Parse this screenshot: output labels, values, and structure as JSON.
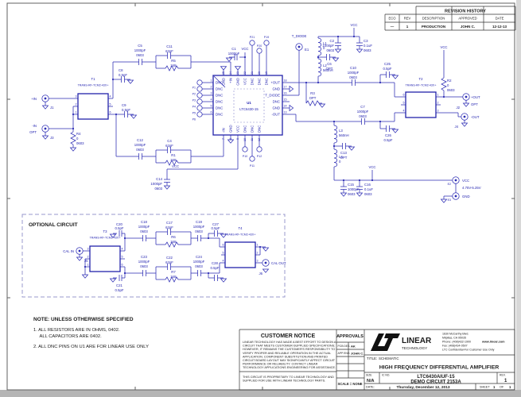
{
  "rev_table": {
    "title": "REVISION HISTORY",
    "headers": [
      "ECO",
      "REV",
      "DESCRIPTION",
      "APPROVED",
      "DATE"
    ],
    "row": [
      "—",
      "1",
      "PRODUCTION",
      "JOHN C.",
      "12-12-13"
    ]
  },
  "notes": {
    "title": "NOTE: UNLESS OTHERWISE SPECIFIED",
    "line1": "1.  ALL RESISTORS ARE IN OHMS, 0402.",
    "line2": "ALL CAPACITORS ARE 0402.",
    "line3": "2.  ALL DNC PINS ON U1 ARE FOR LINEAR USE ONLY"
  },
  "optional": {
    "title": "OPTIONAL CIRCUIT"
  },
  "sch": {
    "vcc": "VCC",
    "j1": [
      "+IN",
      "J1"
    ],
    "j3": [
      "-IN",
      "OPT",
      "J3"
    ],
    "j2": [
      "+OUT",
      "J2",
      "OPT"
    ],
    "j4": [
      "-OUT",
      "J4"
    ],
    "j5": [
      "CAL IN",
      "J5"
    ],
    "j6": [
      "CAL OUT",
      "J6"
    ],
    "e1": [
      "T_DIODE",
      "E1"
    ],
    "e2": [
      "VCC",
      "4.75V-5.25V",
      "E2"
    ],
    "e3": [
      "GND",
      "E3"
    ],
    "t1": [
      "T1",
      "TRANS-RF-TCM2-43X+"
    ],
    "t2": [
      "T2",
      "TRANS-RF-TCM2-43X+"
    ],
    "t3": [
      "T3",
      "TRANS-RF-TCM2-43X+"
    ],
    "t4": [
      "T4",
      "TRANS-RF-TCM2-43X+"
    ],
    "t_pins_l": [
      "3",
      "2",
      "1"
    ],
    "t_pins_r": [
      "4",
      "5",
      "6"
    ],
    "t2_pins_l": [
      "6",
      "5",
      "4"
    ],
    "t2_pins_r": [
      "1",
      "2",
      "3"
    ],
    "r1": [
      "R1",
      "348"
    ],
    "r2": [
      "R2",
      "0",
      "0603"
    ],
    "r3": [
      "R3",
      "OPT"
    ],
    "r4": [
      "R4",
      "0",
      "0603"
    ],
    "r5": [
      "R5",
      "348"
    ],
    "r6": [
      "R6",
      "348"
    ],
    "r7": [
      "R7",
      "348"
    ],
    "c1": [
      "C1",
      "1000pF"
    ],
    "c2": [
      "C2",
      "1000pF",
      "0603"
    ],
    "c3": [
      "C3",
      "0.1uF",
      "0603"
    ],
    "c4": [
      "C4",
      "62pF"
    ],
    "c5": [
      "C5",
      "1000pF",
      "0603"
    ],
    "c6": [
      "C6",
      "OPT"
    ],
    "c7": [
      "C7",
      "1000pF",
      "0603"
    ],
    "c8": [
      "C8",
      "0.5pF"
    ],
    "c9": [
      "C9",
      "0.5pF"
    ],
    "c10": [
      "C10",
      "1000pF",
      "0603"
    ],
    "c11": [
      "C11",
      "62pF"
    ],
    "c12": [
      "C12",
      "1000pF",
      "0603"
    ],
    "c13": [
      "C13",
      "OPT"
    ],
    "c14": [
      "C14",
      "1000pF",
      "0603"
    ],
    "c15": [
      "C15",
      "1000pF",
      "0603"
    ],
    "c16": [
      "C16",
      "0.1uF",
      "0603"
    ],
    "c17": [
      "C17",
      "62pF"
    ],
    "c18": [
      "C18",
      "1000pF",
      "0603"
    ],
    "c19": [
      "C19",
      "1000pF",
      "0603"
    ],
    "c20": [
      "C20",
      "0.5pF"
    ],
    "c21": [
      "C21",
      "0.5pF"
    ],
    "c22": [
      "C22",
      "62pF"
    ],
    "c23": [
      "C23",
      "1000pF",
      "0603"
    ],
    "c24": [
      "C24",
      "1000pF",
      "0603"
    ],
    "c25": [
      "C25",
      "0.5pF"
    ],
    "c26": [
      "C26",
      "0.5pF"
    ],
    "c27": [
      "C27",
      "0.5pF"
    ],
    "c28": [
      "C28",
      "0.5pF"
    ],
    "l1": [
      "L1",
      "0"
    ],
    "l2": [
      "L2",
      "560nH"
    ],
    "l3": [
      "L3",
      "560nH"
    ],
    "l4": [
      "L4",
      "0"
    ],
    "u1": {
      "ref": "U1",
      "part": "LTC6430-15",
      "left_pins": [
        "1",
        "2",
        "3",
        "4",
        "5",
        "6"
      ],
      "left_labels": [
        "DNC",
        "DNC",
        "DNC",
        "DNC",
        "DNC",
        "DNC"
      ],
      "top_pins": [
        "25",
        "24",
        "23",
        "22",
        "21",
        "20",
        "19"
      ],
      "top_labels": [
        "GND",
        "+IN",
        "GND",
        "VCC",
        "DNC",
        "DNC",
        "DNC"
      ],
      "right_pins": [
        "18",
        "17",
        "16",
        "15",
        "14",
        "13"
      ],
      "right_labels": [
        "+OUT",
        "GND",
        "T_DIODE",
        "DNC",
        "GND",
        "-OUT"
      ],
      "bottom_pins": [
        "7",
        "8",
        "9",
        "10",
        "11",
        "12"
      ],
      "bottom_labels": [
        "-IN",
        "GND",
        "VCC",
        "DNC",
        "DNC",
        "DNC"
      ]
    },
    "p_conn": [
      "P1",
      "P2",
      "P3",
      "P4",
      "P5",
      "P6"
    ],
    "p_top": [
      "P21",
      "P20",
      "P19"
    ],
    "p_bot": [
      "P10",
      "P11",
      "P12"
    ]
  },
  "tb": {
    "notice": {
      "title": "CUSTOMER NOTICE",
      "body": [
        "LINEAR TECHNOLOGY HAS MADE A BEST EFFORT TO DESIGN A",
        "CIRCUIT THAT MEETS CUSTOMER-SUPPLIED SPECIFICATIONS;",
        "HOWEVER, IT REMAINS THE CUSTOMER'S RESPONSIBILITY TO",
        "VERIFY PROPER AND RELIABLE OPERATION IN THE ACTUAL",
        "APPLICATION. COMPONENT SUBSTITUTION AND PRINTED",
        "CIRCUIT BOARD LAYOUT MAY SIGNIFICANTLY AFFECT CIRCUIT",
        "PERFORMANCE OR RELIABILITY.  CONTACT LINEAR",
        "TECHNOLOGY APPLICATIONS ENGINEERING FOR ASSISTANCE."
      ],
      "foot": [
        "THIS CIRCUIT IS PROPRIETARY TO LINEAR TECHNOLOGY AND",
        "SUPPLIED FOR USE WITH LINEAR TECHNOLOGY PARTS."
      ]
    },
    "approvals": {
      "title": "APPROVALS",
      "rows": [
        {
          "l": "PCB DES.",
          "v": "AK"
        },
        {
          "l": "APP ENG.",
          "v": "JOHN C."
        }
      ],
      "scale": "SCALE = NONE"
    },
    "logo": {
      "name1": "LINEAR",
      "name2": "TECHNOLOGY"
    },
    "addr": [
      "1630 McCarthy Blvd.",
      "Milpitas, CA 95035",
      "Phone: (408)432-1900",
      "Fax: (408)434-0507",
      "LTC Confidential-For Customer Use Only"
    ],
    "web": "www.linear.com",
    "title_label": "TITLE:",
    "title1": "SCHEMATIC",
    "title2": "HIGH FREQUENCY DIFFERENTIAL AMPLIFIER",
    "size_label": "SIZE",
    "size": "N/A",
    "ic_label": "IC NO.",
    "ic": "LTC6430AIUF-15",
    "demo": "DEMO CIRCUIT 2153A",
    "rev_label": "REV.",
    "rev": "1",
    "date_label": "DATE:",
    "date": "Thursday, December 12, 2013",
    "sheet_label": "SHEET",
    "sheet": "1",
    "of_label": "OF",
    "of": "1"
  }
}
